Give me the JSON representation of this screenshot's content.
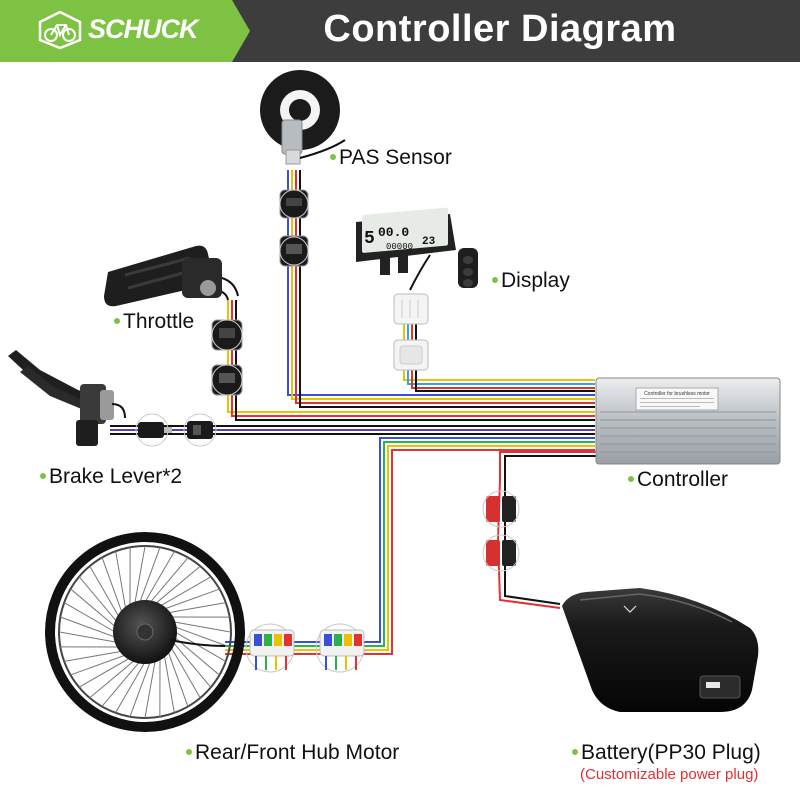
{
  "header": {
    "brand": "SCHUCK",
    "title": "Controller   Diagram"
  },
  "colors": {
    "brand_green": "#7dc243",
    "header_dark": "#3d3d3d",
    "red_wire": "#e03434",
    "note_red": "#e03030"
  },
  "controller_plate": {
    "title": "Controller for brushless motor"
  },
  "components": {
    "pas_sensor": "PAS Sensor",
    "display": "Display",
    "throttle": "Throttle",
    "brake_lever": "Brake Lever*2",
    "controller": "Controller",
    "hub_motor": "Rear/Front Hub Motor",
    "battery": "Battery(PP30 Plug)",
    "battery_note": "(Customizable power plug)"
  },
  "display_screen": {
    "left_digit": "5",
    "speed": "00.0",
    "trip": "00000",
    "temp": "23"
  }
}
